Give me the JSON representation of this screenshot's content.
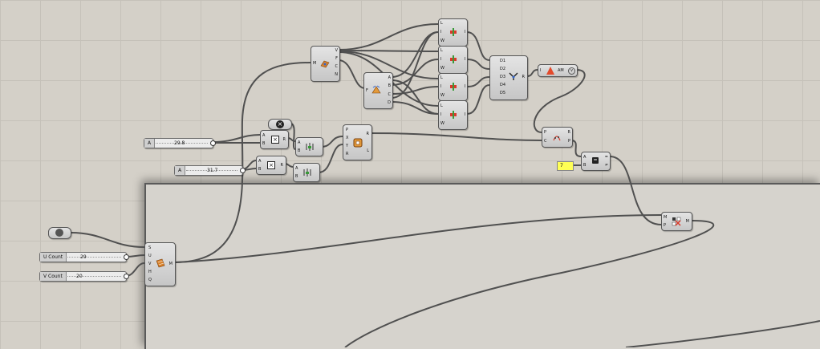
{
  "sliders": {
    "a1": {
      "label": "A",
      "value": "29.8"
    },
    "a2": {
      "label": "A",
      "value": "31.7"
    },
    "u_count": {
      "label": "U Count",
      "value": "29"
    },
    "v_count": {
      "label": "V Count",
      "value": "20"
    }
  },
  "panel": {
    "text": "7"
  },
  "params": {
    "evaluate": [
      "V",
      "F",
      "C",
      "N",
      "M"
    ],
    "explode": [
      "F",
      "A",
      "B",
      "C",
      "D"
    ],
    "line_inputs": [
      "L",
      "I",
      "W"
    ],
    "line_output": "I",
    "merge": [
      "D1",
      "D2",
      "D3",
      "D4",
      "D5",
      "R"
    ],
    "am_label": "AM",
    "pop": [
      "P",
      "C",
      "R",
      "P"
    ],
    "equals": [
      "A",
      "B",
      "=",
      "≠"
    ],
    "mult": [
      "A",
      "B",
      "R"
    ],
    "rect": [
      "P",
      "X",
      "Y",
      "R",
      "R",
      "L"
    ],
    "cull": [
      "M",
      "P",
      "M"
    ],
    "surface": [
      "S",
      "U",
      "V",
      "H",
      "Q",
      "M"
    ]
  },
  "icons": [
    "geometry-icon",
    "evaluate-surface-icon",
    "explode-icon",
    "line-icon",
    "merge-icon",
    "amplitude-icon",
    "populate-icon",
    "equality-icon",
    "multiply-icon",
    "construct-domain-icon",
    "rectangle-icon",
    "cull-icon",
    "divide-surface-icon",
    "negative-icon"
  ],
  "colors": {
    "canvas": "#d4d0c8",
    "grid": "#c5c1b9",
    "wire": "#505050",
    "panel": "#ffff55"
  }
}
